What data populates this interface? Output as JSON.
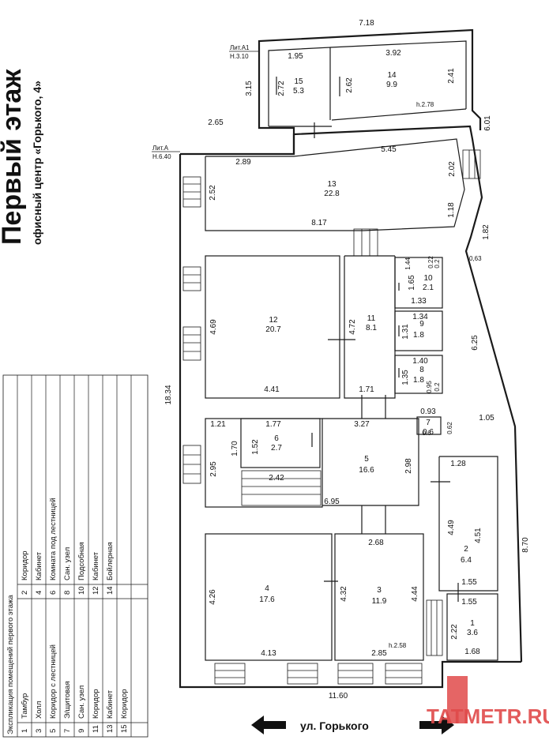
{
  "header": {
    "title": "Первый этаж",
    "subtitle": "офисный центр «Горького, 4»"
  },
  "legend": {
    "caption": "Экспликация помещений первого этажа",
    "rows": [
      {
        "n1": "1",
        "l1": "Тамбур",
        "n2": "2",
        "l2": "Коридор"
      },
      {
        "n1": "3",
        "l1": "Холл",
        "n2": "4",
        "l2": "Кабинет"
      },
      {
        "n1": "5",
        "l1": "Коридор с лестницей",
        "n2": "6",
        "l2": "Комната под лестницей"
      },
      {
        "n1": "7",
        "l1": "Э/щитовая",
        "n2": "8",
        "l2": "Сан. узел"
      },
      {
        "n1": "9",
        "l1": "Сан. узел",
        "n2": "10",
        "l2": "Подсобная"
      },
      {
        "n1": "11",
        "l1": "Коридор",
        "n2": "12",
        "l2": "Кабинет"
      },
      {
        "n1": "13",
        "l1": "Кабинет",
        "n2": "14",
        "l2": "Бойлерная"
      },
      {
        "n1": "15",
        "l1": "Коридор",
        "n2": "",
        "l2": ""
      }
    ]
  },
  "rooms": [
    {
      "id": "15",
      "area": "5.3"
    },
    {
      "id": "14",
      "area": "9.9"
    },
    {
      "id": "13",
      "area": "22.8"
    },
    {
      "id": "12",
      "area": "20.7"
    },
    {
      "id": "11",
      "area": "8.1"
    },
    {
      "id": "10",
      "area": "2.1"
    },
    {
      "id": "9",
      "area": "1.8"
    },
    {
      "id": "8",
      "area": "1.8"
    },
    {
      "id": "7",
      "area": "0.6"
    },
    {
      "id": "6",
      "area": "2.7"
    },
    {
      "id": "5",
      "area": "16.6"
    },
    {
      "id": "4",
      "area": "17.6"
    },
    {
      "id": "3",
      "area": "11.9"
    },
    {
      "id": "2",
      "area": "6.4"
    },
    {
      "id": "1",
      "area": "3.6"
    }
  ],
  "labels": {
    "lit_a1": "Лит.А1",
    "h_a1": "Н.3.10",
    "lit_a": "Лит.А",
    "h_a": "Н.6.40",
    "h_278": "h.2.78",
    "h_258": "h.2.58",
    "street": "ул. Горького",
    "watermark": "TATMETR.RU"
  },
  "dims": {
    "d718": "7.18",
    "d195": "1.95",
    "d392": "3.92",
    "d315": "3.15",
    "d272": "2.72",
    "d262": "2.62",
    "d241": "2.41",
    "d265": "2.65",
    "d601": "6.01",
    "d545": "5.45",
    "d289": "2.89",
    "d202": "2.02",
    "d252": "2.52",
    "d118": "1.18",
    "d817": "8.17",
    "d182": "1.82",
    "d063": "0,63",
    "d144": "1.44",
    "d022": "0.22",
    "d02": "0.2",
    "d165": "1.65",
    "d133": "1.33",
    "d134": "1.34",
    "d131": "1.31",
    "d469": "4.69",
    "d472": "4.72",
    "d625": "6.25",
    "d140": "1.40",
    "d135": "1.35",
    "d095": "0.95",
    "d0_2": "0.2",
    "d441": "4.41",
    "d171": "1.71",
    "d1834": "18.34",
    "d093": "0.93",
    "d105": "1.05",
    "d121": "1.21",
    "d177": "1.77",
    "d327": "3.27",
    "d062": "0.62",
    "d06": "0.6",
    "d170": "1.70",
    "d152": "1.52",
    "d295": "2.95",
    "d298": "2.98",
    "d128": "1.28",
    "d242": "2.42",
    "d695": "6.95",
    "d449": "4.49",
    "d451": "4.51",
    "d268": "2.68",
    "d870": "8.70",
    "d426": "4.26",
    "d432": "4.32",
    "d444": "4.44",
    "d155a": "1.55",
    "d155b": "1.55",
    "d222": "2.22",
    "d413": "4.13",
    "d285": "2.85",
    "d168": "1.68",
    "d1160": "11.60"
  }
}
